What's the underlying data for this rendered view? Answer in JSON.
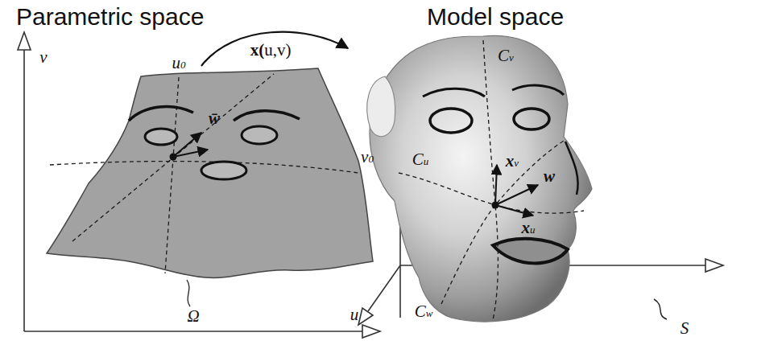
{
  "diagram": {
    "labels": [
      "Parametric space",
      "Model space",
      "x(u,v)",
      "v",
      "u0",
      "w̄",
      "v0",
      "Ω",
      "u",
      "Cv",
      "xv",
      "w",
      "Cu",
      "xu",
      "Cw",
      "S"
    ]
  }
}
